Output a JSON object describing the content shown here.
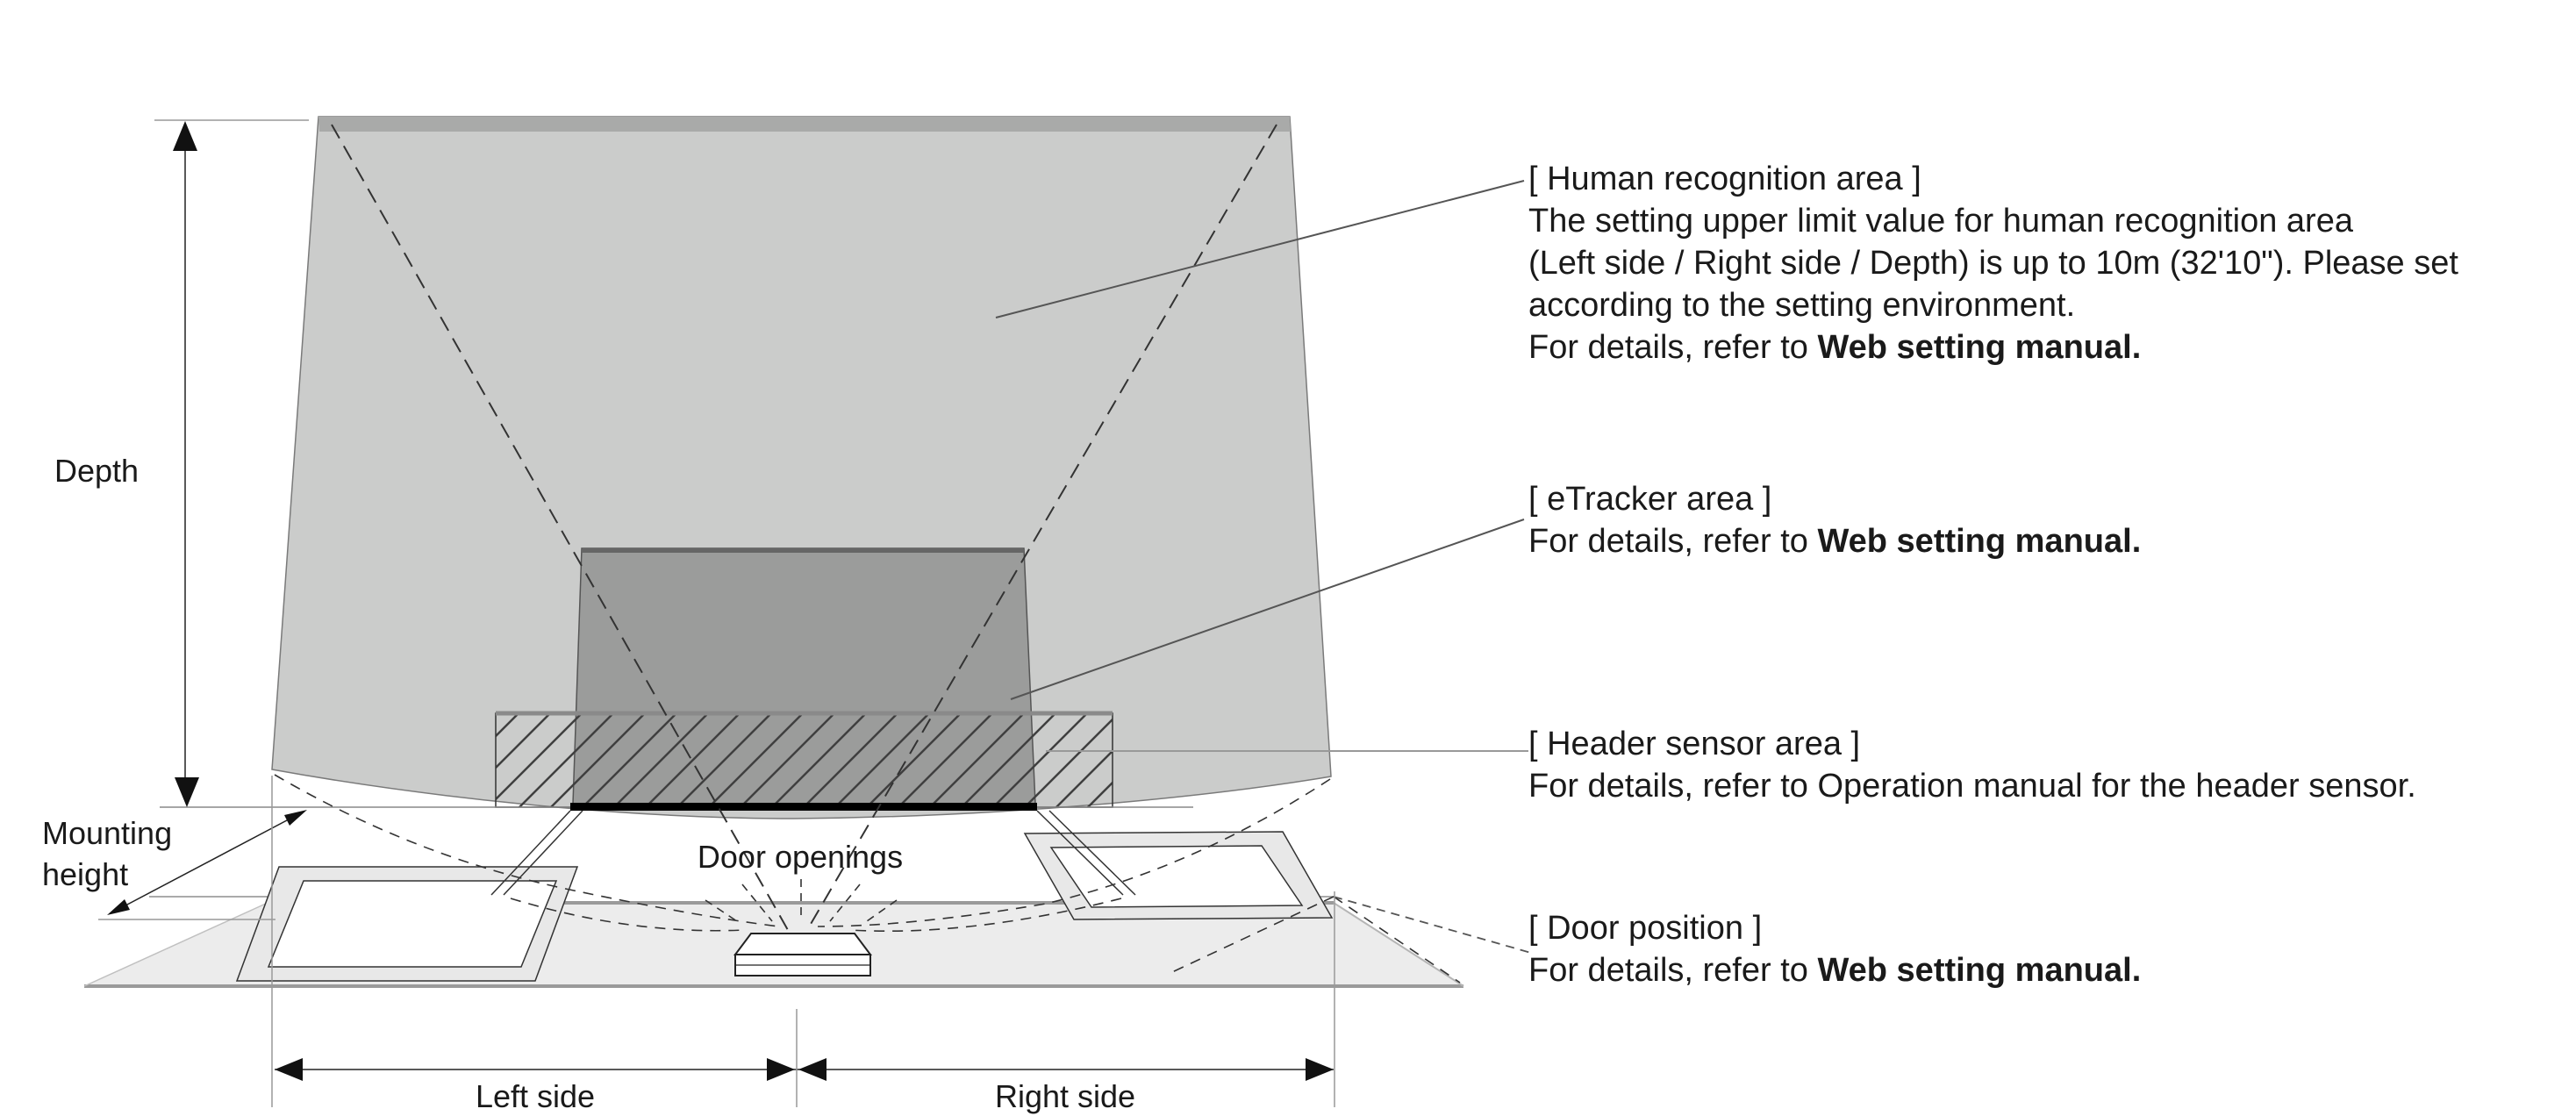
{
  "diagram": {
    "labels": {
      "depth": "Depth",
      "mounting_line1": "Mounting",
      "mounting_line2": "height",
      "door_openings": "Door openings",
      "left_side": "Left side",
      "right_side": "Right side"
    },
    "annotations": {
      "human_recognition": {
        "title": "[ Human recognition area ]",
        "line1": "The setting upper limit value for human recognition area",
        "line2": "(Left side / Right side / Depth) is up to 10m (32'10\"). Please set",
        "line3": "according to the setting environment.",
        "line4_prefix": "For details, refer to ",
        "line4_bold": "Web setting manual."
      },
      "etracker": {
        "title": "[ eTracker area ]",
        "line1_prefix": "For details, refer to ",
        "line1_bold": "Web setting manual."
      },
      "header_sensor": {
        "title": "[ Header sensor area ]",
        "line1": "For details, refer to Operation manual for the header sensor."
      },
      "door_position": {
        "title": "[ Door position ]",
        "line1_prefix": "For details, refer to ",
        "line1_bold": "Web setting manual."
      }
    },
    "colors": {
      "area_fill": "#cbcccb",
      "area_top_band": "#a9aaa9",
      "etracker_fill": "#9b9c9b",
      "floor_fill": "#ececec",
      "panel_frame_fill": "#e8e8e8",
      "panel_inner_fill": "#ffffff",
      "door_line": "#000000"
    }
  }
}
